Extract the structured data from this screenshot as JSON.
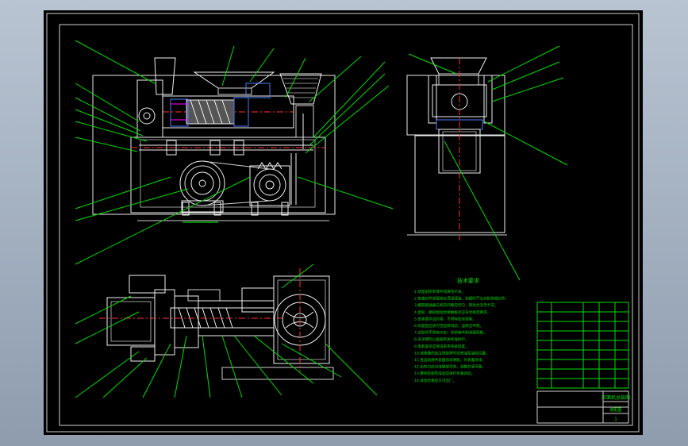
{
  "drawing": {
    "notes_heading": "技术要求",
    "notes": [
      "1.装配前所有零件须清洗干净。",
      "2.各密封件装配前必须浸透油，装配时不允许损伤密封件。",
      "3.螺旋输送器与机壳间隙应均匀，转动灵活无卡滞。",
      "4.齿轮、蜗轮副啮合接触斑点应符合规定要求。",
      "5.各紧固件应拧紧，不得有松动现象。",
      "6.装配后应进行空运转试验，运转应平稳。",
      "7.试验时不得有冲击、异常噪声和渗漏现象。",
      "8.未注明的公差按有关标准执行。",
      "9.电机安装应保证皮带张紧适度。",
      "10.减速器内加注规定牌号润滑油至油标位置。",
      "11.各运动部件表面涂润滑脂，外表面涂漆。",
      "12.出料口应对准输送方向，调整方便可靠。",
      "13.整机装配完成后应进行负载试验。",
      "14.试验合格后方可出厂。"
    ],
    "title_block": {
      "drawing_title": "压面机总装图",
      "subtitle": "装配图",
      "sheet": "1"
    }
  }
}
